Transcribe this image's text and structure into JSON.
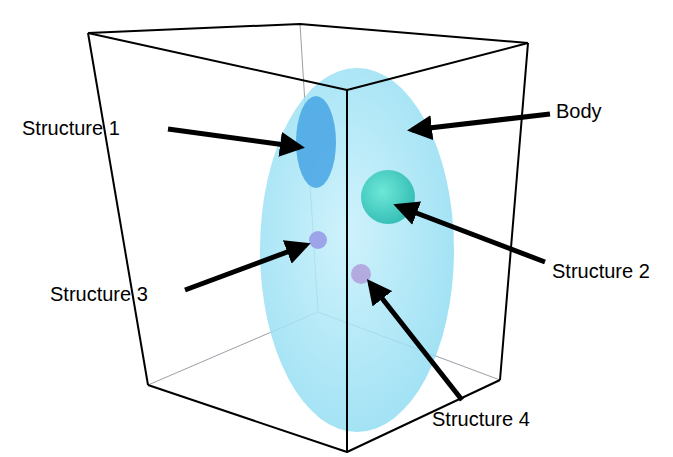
{
  "diagram": {
    "labels": [
      "Structure 1",
      "Body",
      "Structure 2",
      "Structure 3",
      "Structure 4"
    ]
  }
}
